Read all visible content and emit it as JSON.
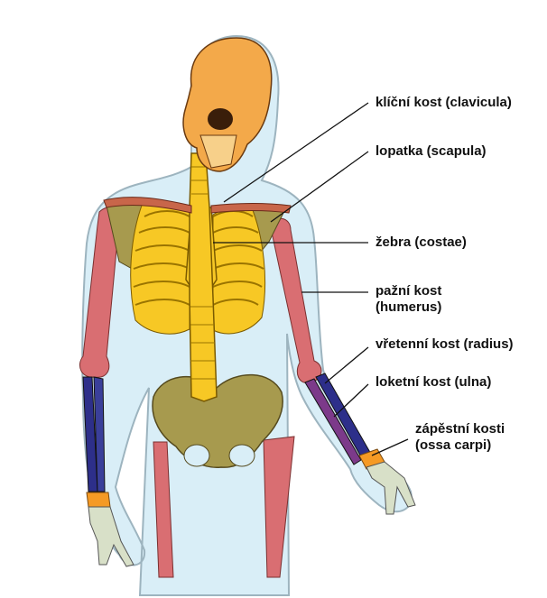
{
  "labels": {
    "clavicula": "klíční kost (clavicula)",
    "scapula": "lopatka (scapula)",
    "costae": "žebra (costae)",
    "humerus_1": "pažní kost",
    "humerus_2": "(humerus)",
    "radius": "vřetenní kost (radius)",
    "ulna": "loketní kost (ulna)",
    "carpi_1": "zápěstní kosti",
    "carpi_2": "(ossa carpi)"
  },
  "colors": {
    "body": "#d9eef7",
    "body_outline": "#9db4bf",
    "skull": "#f3a94a",
    "spine_ribs": "#f7c825",
    "clavicle": "#c8664a",
    "scapula_pelvis": "#a79a4e",
    "long_bones": "#d96e72",
    "radius": "#2d2f8a",
    "ulna": "#7c3a8a",
    "carpals": "#f59a25",
    "hand": "#d8e0c8",
    "lines": "#111111"
  }
}
